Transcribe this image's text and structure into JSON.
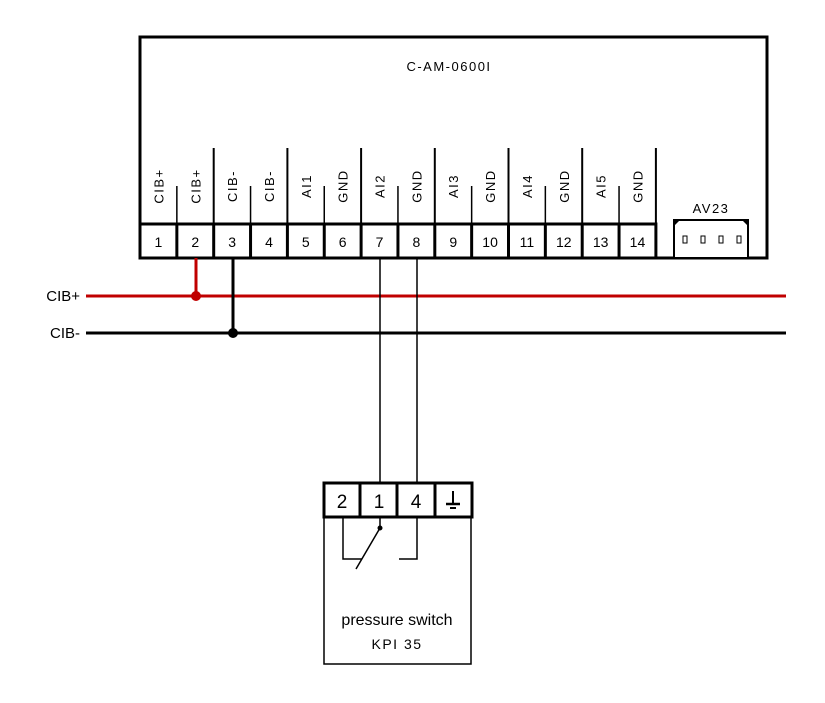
{
  "module": {
    "title": "C-AM-0600I",
    "terminals": [
      {
        "number": "1",
        "label": "CIB+"
      },
      {
        "number": "2",
        "label": "CIB+"
      },
      {
        "number": "3",
        "label": "CIB-"
      },
      {
        "number": "4",
        "label": "CIB-"
      },
      {
        "number": "5",
        "label": "AI1"
      },
      {
        "number": "6",
        "label": "GND"
      },
      {
        "number": "7",
        "label": "AI2"
      },
      {
        "number": "8",
        "label": "GND"
      },
      {
        "number": "9",
        "label": "AI3"
      },
      {
        "number": "10",
        "label": "GND"
      },
      {
        "number": "11",
        "label": "AI4"
      },
      {
        "number": "12",
        "label": "GND"
      },
      {
        "number": "13",
        "label": "AI5"
      },
      {
        "number": "14",
        "label": "GND"
      }
    ],
    "connector": {
      "label": "AV23",
      "pins": 4
    }
  },
  "bus": {
    "positive": {
      "label": "CIB+",
      "color": "#c00000",
      "connected_terminal": "2"
    },
    "negative": {
      "label": "CIB-",
      "color": "#000000",
      "connected_terminal": "3"
    }
  },
  "device": {
    "name": "pressure switch",
    "model": "KPI 35",
    "terminals": [
      "2",
      "1",
      "4"
    ],
    "ground_icon": "ground-icon",
    "wiring": [
      {
        "from_module_terminal": "7",
        "to_device_terminal": "1"
      },
      {
        "from_module_terminal": "8",
        "to_device_terminal": "4"
      }
    ]
  }
}
